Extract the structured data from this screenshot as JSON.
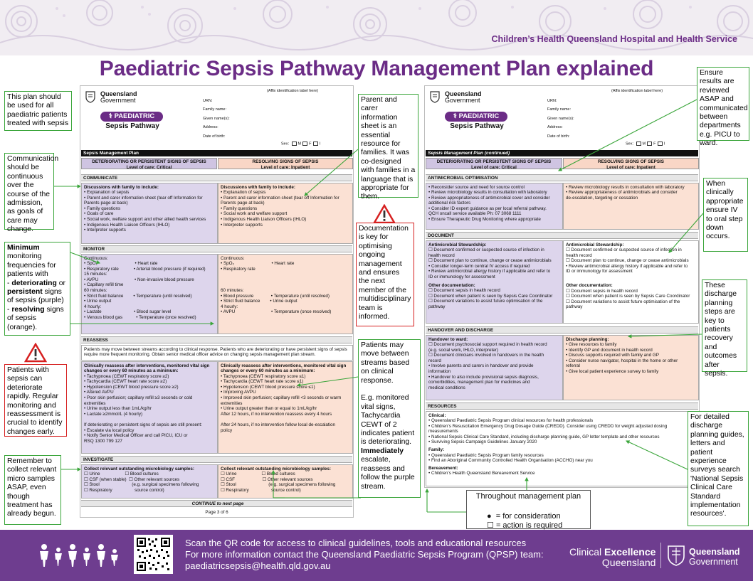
{
  "header": {
    "organisation": "Children’s Health Queensland Hospital and Health Service",
    "title": "Paediatric Sepsis Pathway Management Plan explained"
  },
  "form": {
    "logo_line1": "Queensland",
    "logo_line2": "Government",
    "badge": "PAEDIATRIC",
    "subtitle": "Sepsis Pathway",
    "affix": "(Affix identification label here)",
    "fields": [
      "URN:",
      "Family name:",
      "Given name(s):",
      "Address:",
      "Date of birth:"
    ],
    "sex_label": "Sex:",
    "sex_options": [
      "M",
      "F",
      "I"
    ],
    "plan_bar": "Sepsis Management Plan",
    "plan_bar_cont": "Sepsis Management Plan (continued)",
    "streams": {
      "purple": "DETERIORATING OR PERSISTENT SIGNS OF SEPSIS",
      "purple_level": "Level of care: Critical",
      "orange": "RESOLVING SIGNS OF SEPSIS",
      "orange_level": "Level of care: Inpatient"
    },
    "page1": {
      "communicate": {
        "label": "COMMUNICATE",
        "left_title": "Discussions with family to include:",
        "left": [
          "• Explanation of sepsis",
          "• Parent and carer information sheet (tear off Information for",
          "Parents page at back)",
          "• Family questions",
          "• Goals of care",
          "• Social work, welfare support and other allied health services",
          "• Indigenous Health Liaison Officers (IHLO)",
          "• Interpreter supports"
        ],
        "right_title": "Discussions with family to include:",
        "right": [
          "• Explanation of sepsis",
          "• Parent and carer information sheet (tear off Information for",
          "Parents page at back)",
          "• Family questions",
          "• Social work and welfare support",
          "• Indigenous Health Liaison Officers (IHLO)",
          "• Interpreter supports"
        ]
      },
      "monitor": {
        "label": "MONITOR",
        "left": [
          "Continuous:",
          "• SpO₂                              • Heart rate",
          "• Respiratory rate            • Arterial blood pressure (if required)",
          "15 minutes:",
          "• AVPU                             • Non-invasive blood pressure",
          "• Capillary refill time",
          "60 minutes:",
          "• Strict fluid balance        • Temperature (until resolved)",
          "• Urine output",
          "4 hourly:",
          "• Lactate                          • Blood sugar level",
          "• Venous blood gas           • Temperature (once resolved)"
        ],
        "right": [
          "Continuous:",
          "• SpO₂                              • Heart rate",
          "• Respiratory rate",
          "",
          "",
          "",
          "60 minutes:",
          "• Blood pressure              • Temperature (until resolved)",
          "• Strict fluid balance        • Urine output",
          "4 hourly:",
          "• AVPU                             • Temperature (once resolved)"
        ]
      },
      "reassess": {
        "label": "REASSESS",
        "intro": "Patients may move between streams according to clinical response. Patients who are deteriorating or have persistent signs of sepsis require more frequent monitoring. Obtain senior medical officer advice on changing sepsis management plan stream.",
        "left_title": "Clinically reassess after interventions, monitored vital sign changes or every 60 minutes as a minimum:",
        "left": [
          "• Tachypnoea (CEWT respiratory score ≥2)",
          "• Tachycardia (CEWT heart rate score ≥2)",
          "• Hypotension (CEWT blood pressure score ≥2)",
          "• Altered AVPU",
          "• Poor skin perfusion; capillary refill ≥3 seconds or cold",
          "extremities",
          "• Urine output less than 1mL/kg/hr",
          "• Lactate ≥2mmol/L (4 hourly)",
          "",
          "If deteriorating or persistent signs of sepsis are still present:",
          "• Escalate via local policy",
          "• Notify Senior Medical Officer and call PICU, ICU or",
          "RSQ 1300 799 127"
        ],
        "right_title": "Clinically reassess after interventions, monitored vital sign changes or every 60 minutes as a minimum:",
        "right": [
          "• Tachypnoea (CEWT respiratory score ≤1)",
          "• Tachycardia (CEWT heart rate score ≤1)",
          "• Hypotension (CEWT blood pressure score ≤1)",
          "• Improving AVPU",
          "• Improved skin perfusion; capillary refill <3 seconds or warm",
          "extremities",
          "• Urine output greater than or equal to 1mL/kg/hr",
          "After 12 hours, if no intervention reassess every 4 hours",
          "",
          "After 24 hours, if no intervention follow local de-escalation",
          "policy"
        ]
      },
      "investigate": {
        "label": "INVESTIGATE",
        "left_title": "Collect relevant outstanding microbiology samples:",
        "left": [
          "☐ Urine                    ☐ Blood cultures",
          "☐ CSF (when stable)  ☐ Other relevant sources",
          "☐ Stool                          (e.g. surgical specimens following",
          "☐ Respiratory                  source control)"
        ],
        "right_title": "Collect relevant outstanding microbiology samples:",
        "right": [
          "☐ Urine                    ☐ Blood cultures",
          "☐ CSF                      ☐ Other relevant sources",
          "☐ Stool                          (e.g. surgical specimens following",
          "☐ Respiratory                  source control)"
        ]
      },
      "continue": "CONTINUE to next page",
      "page_num": "Page 3 of 6"
    },
    "page2": {
      "antimicrobial": {
        "label": "ANTIMICROBIAL OPTIMISATION",
        "left": [
          "• Reconsider source and need for source control",
          "• Review microbiology results in consultation with laboratory",
          "• Review appropriateness of antimicrobial cover and consider",
          "additional risk factors",
          "• Consider ID expert guidance as per local referral pathway.",
          "QCH oncall service available Ph: 07 3068 1111",
          "• Ensure Therapeutic Drug Monitoring where appropriate"
        ],
        "right": [
          "• Review microbiology results in consultation with laboratory",
          "• Review appropriateness of antimicrobials and consider",
          "de-escalation, targeting or cessation"
        ]
      },
      "document": {
        "label": "DOCUMENT",
        "left_title": "Antimicrobial Stewardship:",
        "left": [
          "☐ Document confirmed or suspected source of infection in",
          "health record",
          "☐ Document plan to continue, change or cease antimicrobials",
          "• Consider longer-term central IV access if required",
          "• Review antimicrobial allergy history if applicable and refer to",
          "ID or immunology for assessment"
        ],
        "left_title2": "Other documentation:",
        "left2": [
          "☐ Document sepsis in health record",
          "☐ Document when patient is seen by Sepsis Care Coordinator",
          "☐ Document variations to assist future optimisation of the",
          "pathway"
        ],
        "right_title": "Antimicrobial Stewardship:",
        "right": [
          "☐ Document confirmed or suspected source of infection in",
          "health record",
          "☐ Document plan to continue, change or cease antimicrobials",
          "• Review antimicrobial allergy history if applicable and refer to",
          "ID or immunology for assessment"
        ],
        "right_title2": "Other documentation:",
        "right2": [
          "☐ Document sepsis in health record",
          "☐ Document when patient is seen by Sepsis Care Coordinator",
          "☐ Document variations to assist future optimisation of the",
          "pathway"
        ]
      },
      "handover": {
        "label": "HANDOVER AND DISCHARGE",
        "left_title": "Handover to ward:",
        "left": [
          "☐ Document psychosocial support required in health record",
          "(e.g. social work, IHLO, interpreter)",
          "☐ Document clinicians involved in handovers in the health",
          "record",
          "• Involve parents and carers in handover and provide",
          "information",
          "• Handover to also include provisional sepsis diagnosis,",
          "comorbidities, management plan for medicines and",
          "medical conditions"
        ],
        "right_title": "Discharge planning:",
        "right": [
          "• Give resources to family",
          "• Identify GP and document in health record",
          "• Discuss supports required with family and GP",
          "• Consider nurse navigator, hospital in the home or other",
          "referral",
          "• Give local patient experience survey to family"
        ]
      },
      "resources": {
        "label": "RESOURCES",
        "clinical_title": "Clinical:",
        "clinical": [
          "• Queensland Paediatric Sepsis Program clinical resources for health professionals",
          "• Children’s Resuscitation Emergency Drug Dosage Guide (CREDD). Consider using CREDD for weight adjusted dosing",
          "measurements",
          "• National Sepsis Clinical Care Standard, including discharge planning guide, GP letter template and other resources",
          "• Surviving Sepsis Campaign Guidelines January 2020"
        ],
        "family_title": "Family:",
        "family": [
          "• Queensland Paediatric Sepsis Program family resources",
          "• Find an Aboriginal Community Controlled Health Organisation (ACCHO) near you"
        ],
        "bereavement_title": "Bereavement:",
        "bereavement": [
          "• Children’s Health Queensland Bereavement Service"
        ]
      }
    }
  },
  "notes": {
    "n1": "This plan should be used for all paediatric patients treated with sepsis",
    "n2": "Communication should be continuous over the course of the admission, as goals of care may change.",
    "n3_bold1": "Minimum",
    "n3_a": " monitoring frequencies for patients with",
    "n3_b": "- ",
    "n3_bold2": "deteriorating",
    "n3_c": " or ",
    "n3_bold3": "persistent",
    "n3_d": " signs of sepsis (purple)",
    "n3_e": "- ",
    "n3_bold4": "resolving",
    "n3_f": " signs of sepsis (orange).",
    "n4": "Patients with sepsis can deteriorate rapidly.  Regular monitoring and reassessment is crucial to identify changes early.",
    "n5": "Remember to collect relevant micro samples ASAP, even though treatment has already begun.",
    "n6": "Parent and carer information sheet is an essential resource for families. It was co-designed with families in a language that is appropriate for them.",
    "n7": "Documentation is key for optimising ongoing management and ensures the next member of the multidisciplinary team is informed.",
    "n8_a": "Patients may move between streams based on clinical response.",
    "n8_b": "E.g. monitored vital signs, Tachycardia CEWT of 2 indicates patient is deteriorating.",
    "n8_bold": "Immediately",
    "n8_c": " escalate, reassess and follow the purple stream.",
    "n9": "Ensure results are reviewed ASAP and communicated between departments e.g. PICU to ward.",
    "n10": "When clinically appropriate ensure IV to oral step down occurs.",
    "n11": "These discharge planning steps are key to patients recovery and outcomes after sepsis.",
    "n12": "For detailed discharge planning guides, letters and patient experience surveys search 'National Sepsis Clinical Care Standard implementation resources'."
  },
  "legend": {
    "title": "Throughout management plan",
    "dot": "= for consideration",
    "box": "= action is required"
  },
  "footer": {
    "line1": "Scan the QR code for access to clinical guidelines, tools and educational resources",
    "line2": "For more information contact the Queensland Paediatric Sepsis Program (QPSP) team:",
    "line3": "paediatricsepsis@health.qld.gov.au",
    "ce1": "Clinical",
    "ce2": "Excellence",
    "ce3": "Queensland",
    "qg1": "Queensland",
    "qg2": "Government"
  },
  "colors": {
    "brand": "#6b2c86",
    "purple_stream": "#ddd5ec",
    "orange_stream": "#fbe1d4",
    "note_border": "#3aa53a",
    "warn": "#d62020",
    "footer": "#6e3d8f"
  }
}
